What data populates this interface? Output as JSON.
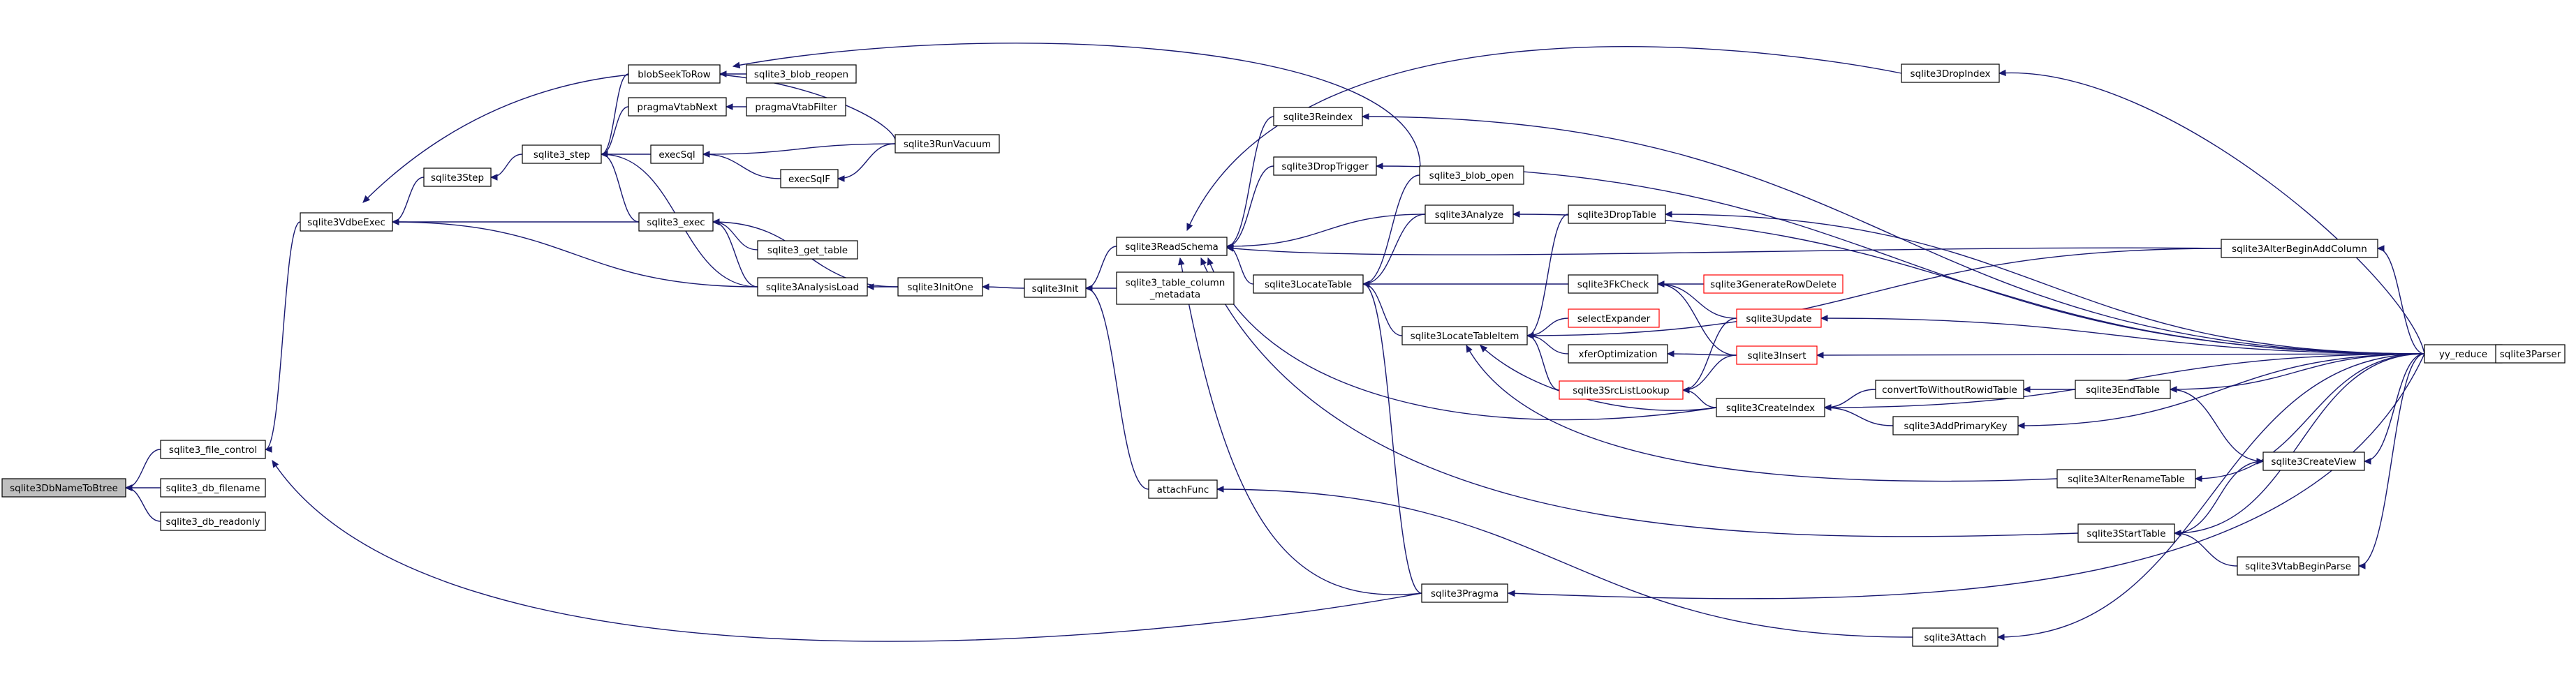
{
  "graph": {
    "title": "",
    "nodes": [
      {
        "id": "sqlite3DbNameToBtree",
        "label": "sqlite3DbNameToBtree",
        "highlight": true
      },
      {
        "id": "sqlite3_file_control",
        "label": "sqlite3_file_control"
      },
      {
        "id": "sqlite3_db_filename",
        "label": "sqlite3_db_filename"
      },
      {
        "id": "sqlite3_db_readonly",
        "label": "sqlite3_db_readonly"
      },
      {
        "id": "sqlite3VdbeExec",
        "label": "sqlite3VdbeExec"
      },
      {
        "id": "sqlite3Step",
        "label": "sqlite3Step"
      },
      {
        "id": "sqlite3_step",
        "label": "sqlite3_step"
      },
      {
        "id": "blobSeekToRow",
        "label": "blobSeekToRow"
      },
      {
        "id": "sqlite3_blob_reopen",
        "label": "sqlite3_blob_reopen"
      },
      {
        "id": "pragmaVtabNext",
        "label": "pragmaVtabNext"
      },
      {
        "id": "pragmaVtabFilter",
        "label": "pragmaVtabFilter"
      },
      {
        "id": "execSql",
        "label": "execSql"
      },
      {
        "id": "execSqlF",
        "label": "execSqlF"
      },
      {
        "id": "sqlite3RunVacuum",
        "label": "sqlite3RunVacuum"
      },
      {
        "id": "sqlite3_exec",
        "label": "sqlite3_exec"
      },
      {
        "id": "sqlite3_get_table",
        "label": "sqlite3_get_table"
      },
      {
        "id": "sqlite3AnalysisLoad",
        "label": "sqlite3AnalysisLoad"
      },
      {
        "id": "sqlite3InitOne",
        "label": "sqlite3InitOne"
      },
      {
        "id": "sqlite3Init",
        "label": "sqlite3Init"
      },
      {
        "id": "attachFunc",
        "label": "attachFunc"
      },
      {
        "id": "sqlite3ReadSchema",
        "label": "sqlite3ReadSchema"
      },
      {
        "id": "sqlite3_table_column_metadata",
        "label": "sqlite3_table_column\n_metadata"
      },
      {
        "id": "sqlite3Reindex",
        "label": "sqlite3Reindex"
      },
      {
        "id": "sqlite3DropTrigger",
        "label": "sqlite3DropTrigger"
      },
      {
        "id": "sqlite3_blob_open",
        "label": "sqlite3_blob_open"
      },
      {
        "id": "sqlite3Analyze",
        "label": "sqlite3Analyze"
      },
      {
        "id": "sqlite3LocateTable",
        "label": "sqlite3LocateTable"
      },
      {
        "id": "sqlite3LocateTableItem",
        "label": "sqlite3LocateTableItem"
      },
      {
        "id": "sqlite3Pragma",
        "label": "sqlite3Pragma"
      },
      {
        "id": "sqlite3DropTable",
        "label": "sqlite3DropTable"
      },
      {
        "id": "sqlite3FkCheck",
        "label": "sqlite3FkCheck"
      },
      {
        "id": "selectExpander",
        "label": "selectExpander",
        "red": true
      },
      {
        "id": "xferOptimization",
        "label": "xferOptimization"
      },
      {
        "id": "sqlite3SrcListLookup",
        "label": "sqlite3SrcListLookup",
        "red": true
      },
      {
        "id": "sqlite3GenerateRowDelete",
        "label": "sqlite3GenerateRowDelete",
        "red": true
      },
      {
        "id": "sqlite3Update",
        "label": "sqlite3Update",
        "red": true
      },
      {
        "id": "sqlite3Insert",
        "label": "sqlite3Insert",
        "red": true
      },
      {
        "id": "sqlite3CreateIndex",
        "label": "sqlite3CreateIndex"
      },
      {
        "id": "convertToWithoutRowidTable",
        "label": "convertToWithoutRowidTable"
      },
      {
        "id": "sqlite3AddPrimaryKey",
        "label": "sqlite3AddPrimaryKey"
      },
      {
        "id": "sqlite3EndTable",
        "label": "sqlite3EndTable"
      },
      {
        "id": "sqlite3DropIndex",
        "label": "sqlite3DropIndex"
      },
      {
        "id": "sqlite3AlterBeginAddColumn",
        "label": "sqlite3AlterBeginAddColumn"
      },
      {
        "id": "sqlite3AlterRenameTable",
        "label": "sqlite3AlterRenameTable"
      },
      {
        "id": "sqlite3StartTable",
        "label": "sqlite3StartTable"
      },
      {
        "id": "sqlite3CreateView",
        "label": "sqlite3CreateView"
      },
      {
        "id": "sqlite3VtabBeginParse",
        "label": "sqlite3VtabBeginParse"
      },
      {
        "id": "sqlite3Attach",
        "label": "sqlite3Attach"
      },
      {
        "id": "yy_reduce",
        "label": "yy_reduce"
      },
      {
        "id": "sqlite3Parser",
        "label": "sqlite3Parser"
      }
    ],
    "edges": [
      [
        "sqlite3_file_control",
        "sqlite3DbNameToBtree"
      ],
      [
        "sqlite3_db_filename",
        "sqlite3DbNameToBtree"
      ],
      [
        "sqlite3_db_readonly",
        "sqlite3DbNameToBtree"
      ],
      [
        "sqlite3VdbeExec",
        "sqlite3_file_control"
      ],
      [
        "sqlite3Pragma",
        "sqlite3_file_control"
      ],
      [
        "sqlite3Step",
        "sqlite3VdbeExec"
      ],
      [
        "sqlite3_exec",
        "sqlite3VdbeExec"
      ],
      [
        "sqlite3AnalysisLoad",
        "sqlite3VdbeExec"
      ],
      [
        "sqlite3RunVacuum",
        "sqlite3VdbeExec"
      ],
      [
        "sqlite3_step",
        "sqlite3Step"
      ],
      [
        "blobSeekToRow",
        "sqlite3_step"
      ],
      [
        "pragmaVtabNext",
        "sqlite3_step"
      ],
      [
        "execSql",
        "sqlite3_step"
      ],
      [
        "sqlite3_exec",
        "sqlite3_step"
      ],
      [
        "sqlite3AnalysisLoad",
        "sqlite3_step"
      ],
      [
        "sqlite3_blob_reopen",
        "blobSeekToRow"
      ],
      [
        "sqlite3_blob_open",
        "blobSeekToRow"
      ],
      [
        "pragmaVtabFilter",
        "pragmaVtabNext"
      ],
      [
        "execSqlF",
        "execSql"
      ],
      [
        "sqlite3RunVacuum",
        "execSql"
      ],
      [
        "sqlite3RunVacuum",
        "execSqlF"
      ],
      [
        "sqlite3_get_table",
        "sqlite3_exec"
      ],
      [
        "sqlite3AnalysisLoad",
        "sqlite3_exec"
      ],
      [
        "sqlite3InitOne",
        "sqlite3_exec"
      ],
      [
        "sqlite3InitOne",
        "sqlite3AnalysisLoad"
      ],
      [
        "sqlite3Init",
        "sqlite3InitOne"
      ],
      [
        "sqlite3ReadSchema",
        "sqlite3Init"
      ],
      [
        "sqlite3_table_column_metadata",
        "sqlite3Init"
      ],
      [
        "attachFunc",
        "sqlite3Init"
      ],
      [
        "sqlite3Attach",
        "attachFunc"
      ],
      [
        "sqlite3Reindex",
        "sqlite3ReadSchema"
      ],
      [
        "sqlite3DropTrigger",
        "sqlite3ReadSchema"
      ],
      [
        "sqlite3DropIndex",
        "sqlite3ReadSchema"
      ],
      [
        "sqlite3Analyze",
        "sqlite3ReadSchema"
      ],
      [
        "sqlite3LocateTable",
        "sqlite3ReadSchema"
      ],
      [
        "sqlite3AlterBeginAddColumn",
        "sqlite3ReadSchema"
      ],
      [
        "sqlite3CreateIndex",
        "sqlite3ReadSchema"
      ],
      [
        "sqlite3StartTable",
        "sqlite3ReadSchema"
      ],
      [
        "sqlite3Pragma",
        "sqlite3ReadSchema"
      ],
      [
        "sqlite3_blob_open",
        "sqlite3LocateTable"
      ],
      [
        "sqlite3Analyze",
        "sqlite3LocateTable"
      ],
      [
        "sqlite3LocateTableItem",
        "sqlite3LocateTable"
      ],
      [
        "sqlite3FkCheck",
        "sqlite3LocateTable"
      ],
      [
        "sqlite3Pragma",
        "sqlite3LocateTable"
      ],
      [
        "sqlite3DropTable",
        "sqlite3LocateTableItem"
      ],
      [
        "sqlite3AlterBeginAddColumn",
        "sqlite3LocateTableItem"
      ],
      [
        "selectExpander",
        "sqlite3LocateTableItem"
      ],
      [
        "xferOptimization",
        "sqlite3LocateTableItem"
      ],
      [
        "sqlite3SrcListLookup",
        "sqlite3LocateTableItem"
      ],
      [
        "sqlite3CreateIndex",
        "sqlite3LocateTableItem"
      ],
      [
        "sqlite3AlterRenameTable",
        "sqlite3LocateTableItem"
      ],
      [
        "sqlite3GenerateRowDelete",
        "sqlite3FkCheck"
      ],
      [
        "sqlite3Update",
        "sqlite3FkCheck"
      ],
      [
        "sqlite3Insert",
        "sqlite3FkCheck"
      ],
      [
        "sqlite3Insert",
        "xferOptimization"
      ],
      [
        "sqlite3Update",
        "sqlite3SrcListLookup"
      ],
      [
        "sqlite3Insert",
        "sqlite3SrcListLookup"
      ],
      [
        "sqlite3CreateIndex",
        "sqlite3SrcListLookup"
      ],
      [
        "convertToWithoutRowidTable",
        "sqlite3CreateIndex"
      ],
      [
        "sqlite3AddPrimaryKey",
        "sqlite3CreateIndex"
      ],
      [
        "yy_reduce",
        "sqlite3CreateIndex"
      ],
      [
        "sqlite3EndTable",
        "convertToWithoutRowidTable"
      ],
      [
        "yy_reduce",
        "sqlite3AddPrimaryKey"
      ],
      [
        "sqlite3CreateView",
        "sqlite3EndTable"
      ],
      [
        "yy_reduce",
        "sqlite3EndTable"
      ],
      [
        "sqlite3StartTable",
        "sqlite3CreateView"
      ],
      [
        "yy_reduce",
        "sqlite3CreateView"
      ],
      [
        "yy_reduce",
        "sqlite3DropIndex"
      ],
      [
        "yy_reduce",
        "sqlite3Reindex"
      ],
      [
        "yy_reduce",
        "sqlite3DropTrigger"
      ],
      [
        "yy_reduce",
        "sqlite3Analyze"
      ],
      [
        "yy_reduce",
        "sqlite3DropTable"
      ],
      [
        "yy_reduce",
        "sqlite3AlterBeginAddColumn"
      ],
      [
        "yy_reduce",
        "sqlite3Update"
      ],
      [
        "yy_reduce",
        "sqlite3Insert"
      ],
      [
        "yy_reduce",
        "sqlite3AlterRenameTable"
      ],
      [
        "yy_reduce",
        "sqlite3StartTable"
      ],
      [
        "yy_reduce",
        "sqlite3VtabBeginParse"
      ],
      [
        "yy_reduce",
        "sqlite3Pragma"
      ],
      [
        "yy_reduce",
        "sqlite3Attach"
      ],
      [
        "sqlite3VtabBeginParse",
        "sqlite3StartTable"
      ],
      [
        "sqlite3Parser",
        "yy_reduce"
      ]
    ]
  }
}
